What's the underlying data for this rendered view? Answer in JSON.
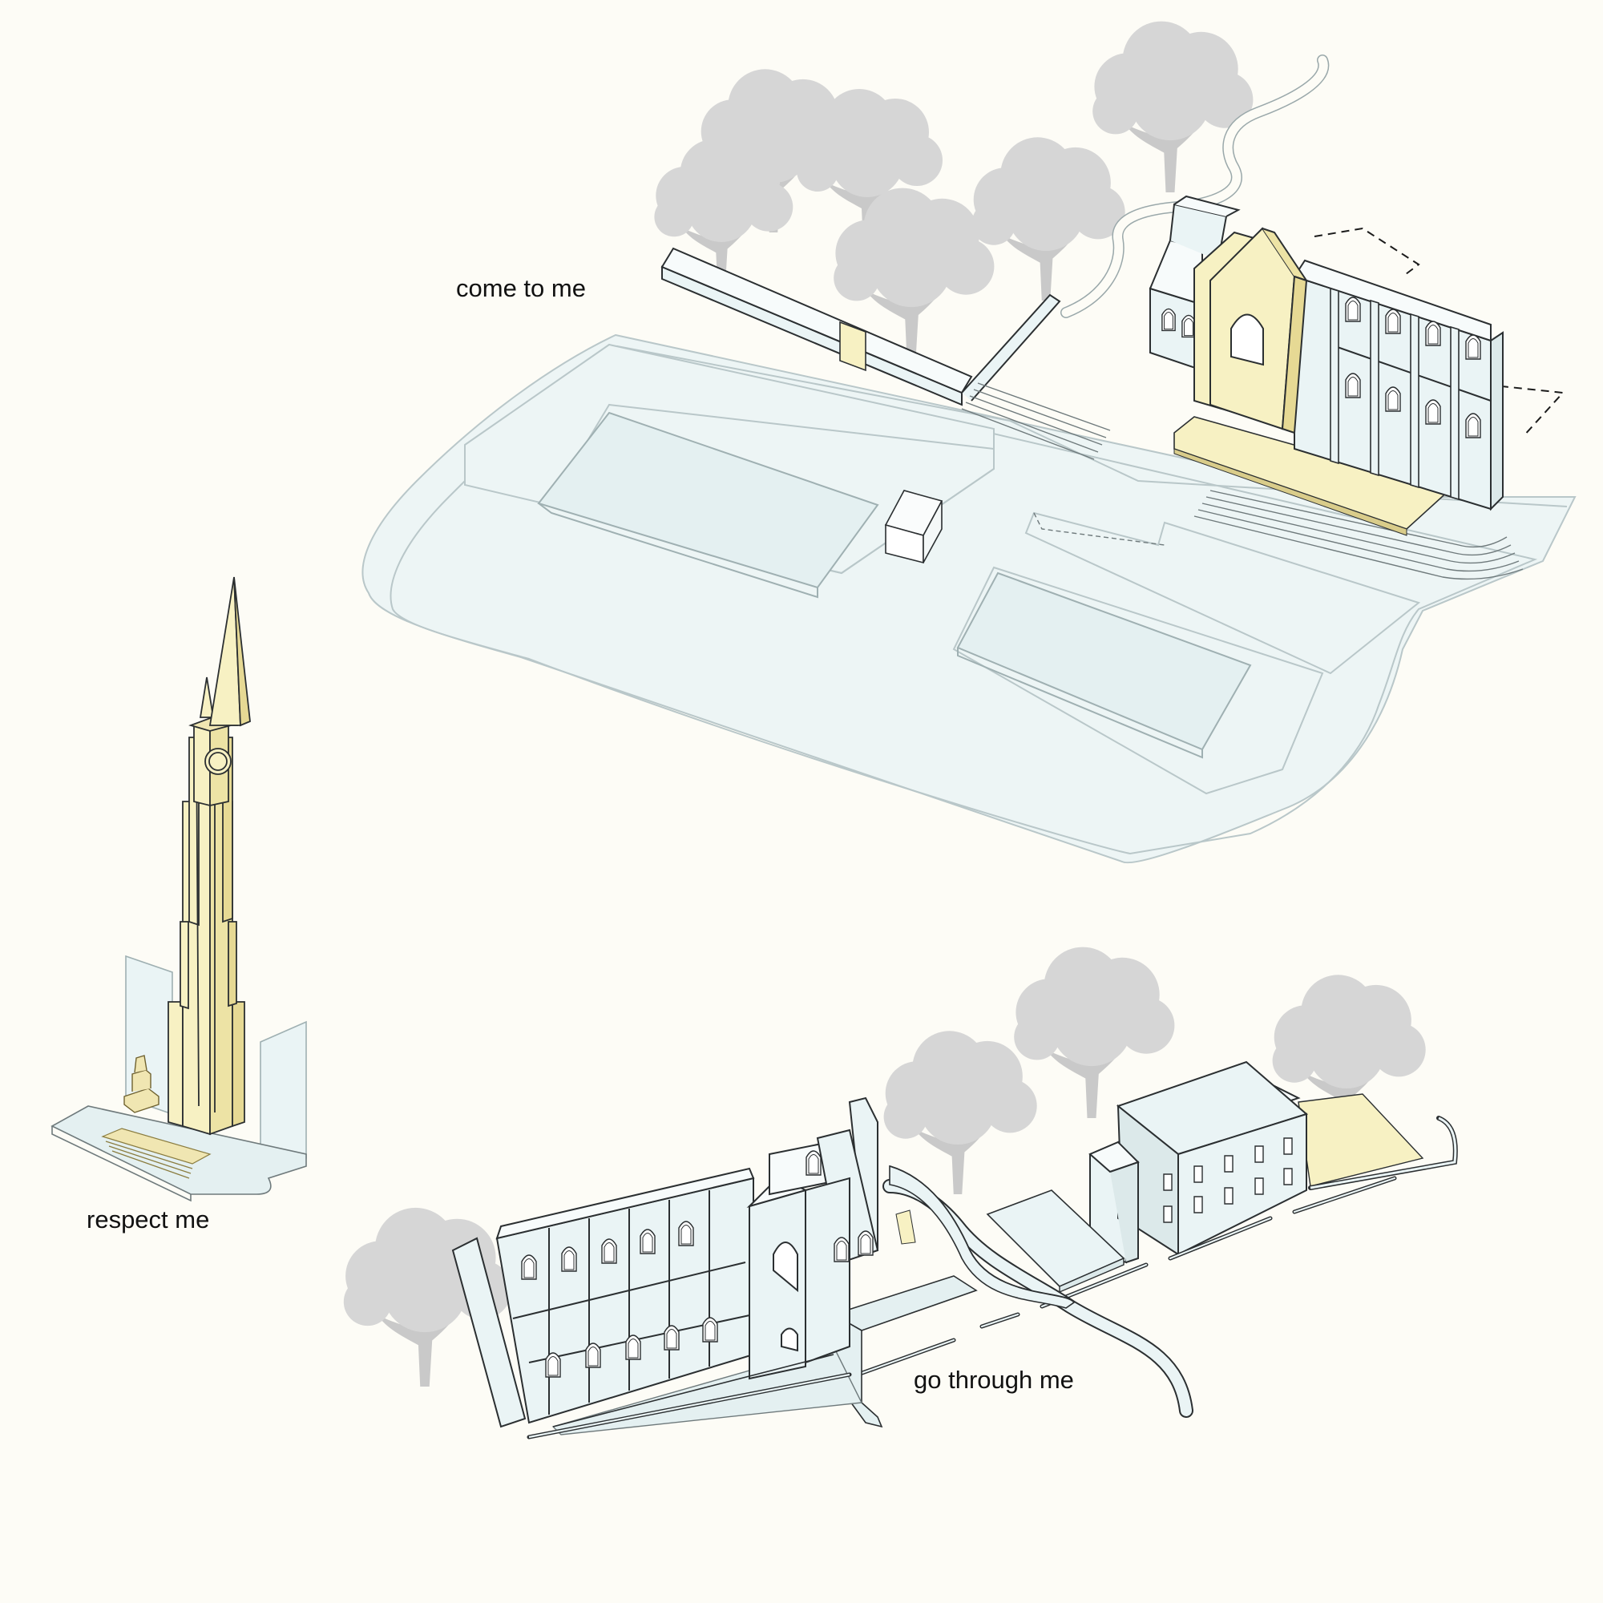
{
  "labels": {
    "come_to_me": "come to me",
    "respect_me": "respect me",
    "go_through_me": "go through me"
  },
  "colors": {
    "background": "#fdfcf6",
    "ground": "#edf5f5",
    "ground_edge": "#b9c7c9",
    "building": "#eaf4f5",
    "line": "#2b2f31",
    "highlight": "#f7f1c3",
    "tree": "#d4d4d4",
    "dashed": "#1b1b1b"
  },
  "icons": {
    "tree": "tree-icon",
    "window": "gothic-window-icon"
  }
}
